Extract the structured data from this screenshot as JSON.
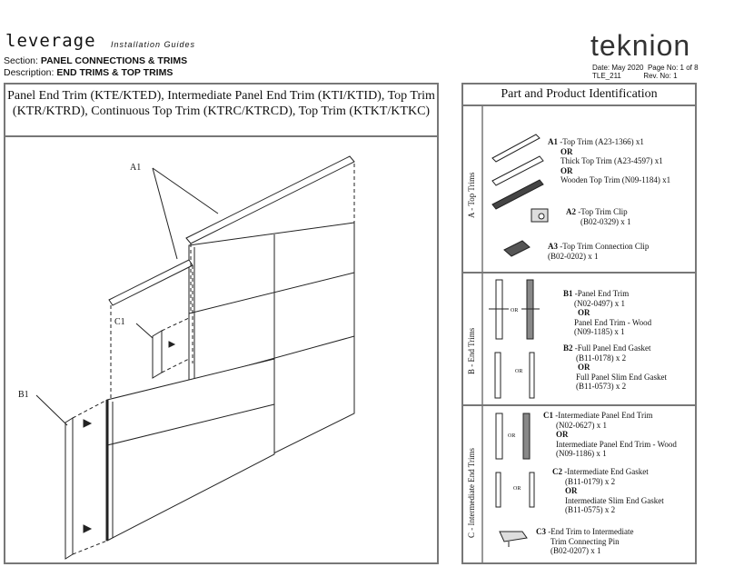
{
  "header": {
    "brand": "leverage",
    "brand_sub": "Installation Guides",
    "section_label": "Section:",
    "section_value": "PANEL CONNECTIONS & TRIMS",
    "description_label": "Description:",
    "description_value": "END TRIMS & TOP TRIMS",
    "logo": "teknion",
    "date": "Date: May 2020",
    "page": "Page No: 1 of 8",
    "doc": "TLE_211",
    "rev": "Rev. No: 1"
  },
  "left": {
    "title": "Panel End Trim (KTE/KTED), Intermediate Panel End Trim (KTI/KTID), Top Trim (KTR/KTRD), Continuous Top Trim (KTRC/KTRCD), Top Trim (KTKT/KTKC)",
    "callouts": {
      "a1": "A1",
      "b1": "B1",
      "c1": "C1"
    }
  },
  "right": {
    "title": "Part and Product Identification",
    "sections": {
      "a": "A - Top Trims",
      "b": "B - End Trims",
      "c": "C - Intermediate End Trims"
    },
    "or": "OR",
    "a1": {
      "code": "A1",
      "l1": "-Top Trim (A23-1366) x1",
      "l2": "Thick Top Trim (A23-4597) x1",
      "l3": "Wooden Top Trim (N09-1184) x1"
    },
    "a2": {
      "code": "A2",
      "l1": "-Top Trim Clip",
      "l2": "(B02-0329) x 1"
    },
    "a3": {
      "code": "A3",
      "l1": "-Top Trim Connection Clip",
      "l2": "(B02-0202) x 1"
    },
    "b1": {
      "code": "B1",
      "l1": "-Panel End Trim",
      "l2": "(N02-0497) x 1",
      "l3": "Panel End Trim - Wood",
      "l4": "(N09-1185) x 1"
    },
    "b2": {
      "code": "B2",
      "l1": "-Full Panel End Gasket",
      "l2": "(B11-0178) x 2",
      "l3": "Full Panel Slim End Gasket",
      "l4": "(B11-0573) x 2"
    },
    "c1": {
      "code": "C1",
      "l1": "-Intermediate Panel End Trim",
      "l2": "(N02-0627) x 1",
      "l3": "Intermediate Panel End Trim - Wood",
      "l4": "(N09-1186) x 1"
    },
    "c2": {
      "code": "C2",
      "l1": "-Intermediate End Gasket",
      "l2": "(B11-0179) x 2",
      "l3": "Intermediate Slim End Gasket",
      "l4": "(B11-0575) x 2"
    },
    "c3": {
      "code": "C3",
      "l1": "-End Trim to Intermediate",
      "l2": "Trim Connecting Pin",
      "l3": "(B02-0207) x 1"
    }
  }
}
